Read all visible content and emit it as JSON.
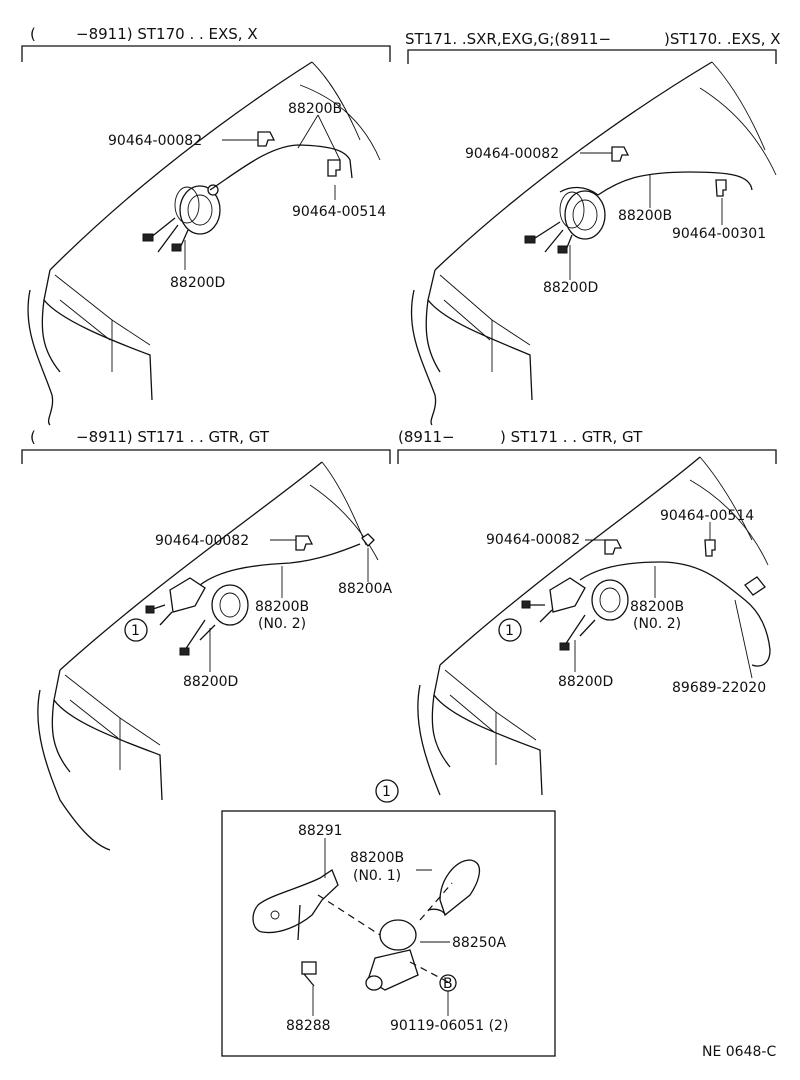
{
  "panels": [
    {
      "header_left": "(",
      "header_main": "−8911) ST170 . . EXS, X",
      "callouts": [
        "90464-00082",
        "88200B",
        "90464-00514",
        "88200D"
      ]
    },
    {
      "header_main": "ST171. .SXR,EXG,G;(8911−",
      "header_right": ")ST170. .EXS, X",
      "callouts": [
        "90464-00082",
        "88200B",
        "90464-00301",
        "88200D"
      ]
    },
    {
      "header_left": "(",
      "header_main": "−8911) ST171 . . GTR, GT",
      "callouts": [
        "90464-00082",
        "88200A",
        "88200B",
        "(N0. 2)",
        "88200D",
        "1"
      ]
    },
    {
      "header_main": "(8911−",
      "header_right": ") ST171 . . GTR, GT",
      "callouts": [
        "90464-00082",
        "90464-00514",
        "88200B",
        "(N0. 2)",
        "88200D",
        "89689-22020",
        "1"
      ]
    }
  ],
  "detail": {
    "marker": "1",
    "callouts": [
      "88291",
      "88200B",
      "(N0. 1)",
      "88250A",
      "88288",
      "B",
      "90119-06051 (2)"
    ]
  },
  "footer_code": "NE 0648-C"
}
